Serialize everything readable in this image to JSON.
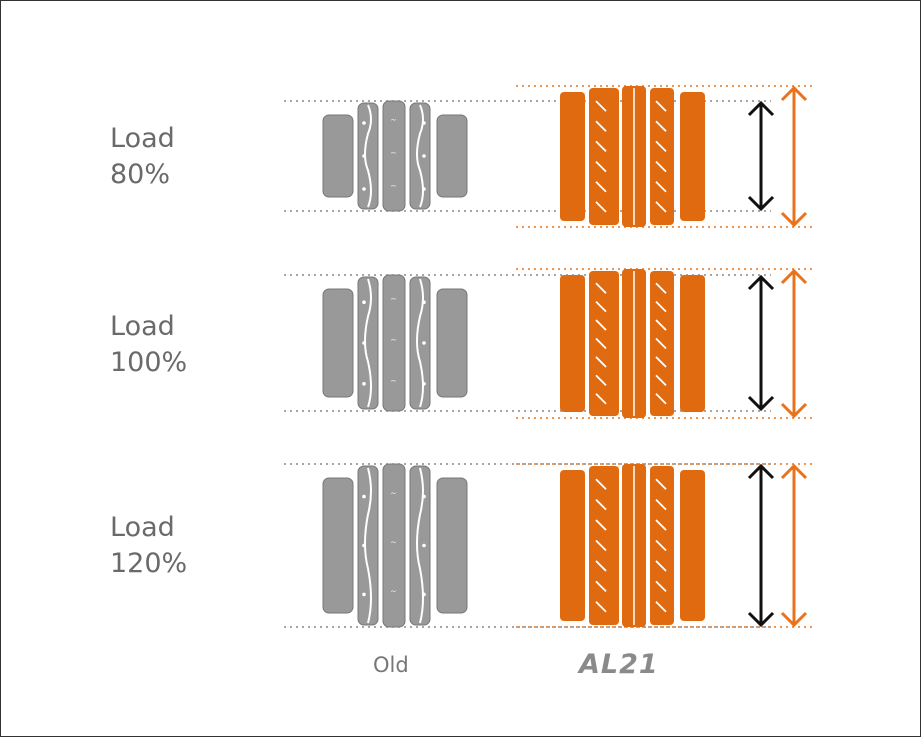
{
  "rows": [
    {
      "label1": "Load",
      "label2": "80%",
      "load_percent": 80
    },
    {
      "label1": "Load",
      "label2": "100%",
      "load_percent": 100
    },
    {
      "label1": "Load",
      "label2": "120%",
      "load_percent": 120
    }
  ],
  "captions": {
    "old": "Old",
    "new": "AL21"
  },
  "colors": {
    "old": "#999999",
    "new": "#e06a10",
    "arrow_old": "#111111",
    "arrow_new": "#e8731c",
    "dots_old": "#888888",
    "dots_new": "#e8731c"
  }
}
